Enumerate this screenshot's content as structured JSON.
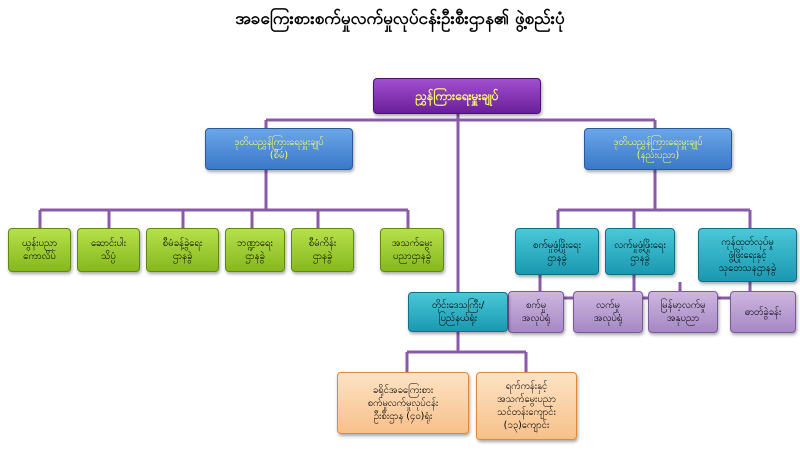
{
  "title": "အခကြေးစားစက်မှုလက်မှုလုပ်ငန်းဦးစီးဌာန၏ ဖွဲ့စည်းပုံ",
  "colors": {
    "line": "#8a5aa8",
    "top": "#7b2fb0",
    "deputy": "#4a8ad8",
    "admin_units": "#9acb2e",
    "tech_units": "#2ab0c8",
    "sub_units": "#b9a0d4",
    "regional": "#f9d0a0"
  },
  "boxes": {
    "director_general": "ညွှန်ကြားရေးမှူးချုပ်",
    "deputy_admin": "ဒုတိယညွှန်ကြားရေးမှူးချုပ်\n(စီမံ)",
    "deputy_tech": "ဒုတိယညွှန်ကြားရေးမှူးချုပ်\n(နည်းပညာ)",
    "admin_1": "ယွန်းပညာ\nကောလိပ်",
    "admin_2": "ဆောင်းပါး\nသိပ္ပံ",
    "admin_3": "စီမံခန့်ခွဲရေး\nဌာနခွဲ",
    "admin_4": "ဘဏ္ဍာရေး\nဌာနခွဲ",
    "admin_5": "စီမံကိန်း\nဌာနခွဲ",
    "admin_6": "အသက်မွေး\nပညာဌာနခွဲ",
    "tech_1": "စက်မှုဖွံ့ဖြိုးရေး\nဌာနခွဲ",
    "tech_2": "လက်မှုဖွံ့ဖြိုးရေး\nဌာနခွဲ",
    "tech_3": "ကုန်ထုတ်လုပ်မှု\nဖွံ့ဖြိုးရေးနှင့်\nသုတေသနဌာနခွဲ",
    "sub_1": "စက်မှု\nအလုပ်ရုံ",
    "sub_2": "လက်မှု\nအလုပ်ရုံ",
    "sub_3": "မြန်မာ့လက်မှု\nအနုပညာ",
    "sub_4": "ဓာတ်ခွဲခန်း",
    "regional": "တိုင်းဒေသကြီး/\nပြည်နယ်ရုံး",
    "bottom_1": "ခရိုင်အခကြေးစား\nစက်မှုလက်မှုလုပ်ငန်း\nဦးစီးဌာန (၄၀)ရုံး",
    "bottom_2": "ရက်ကန်းနှင့်\nအသက်မွေးပညာ\nသင်တန်းကျောင်း\n(၁၃)ကျောင်း"
  }
}
